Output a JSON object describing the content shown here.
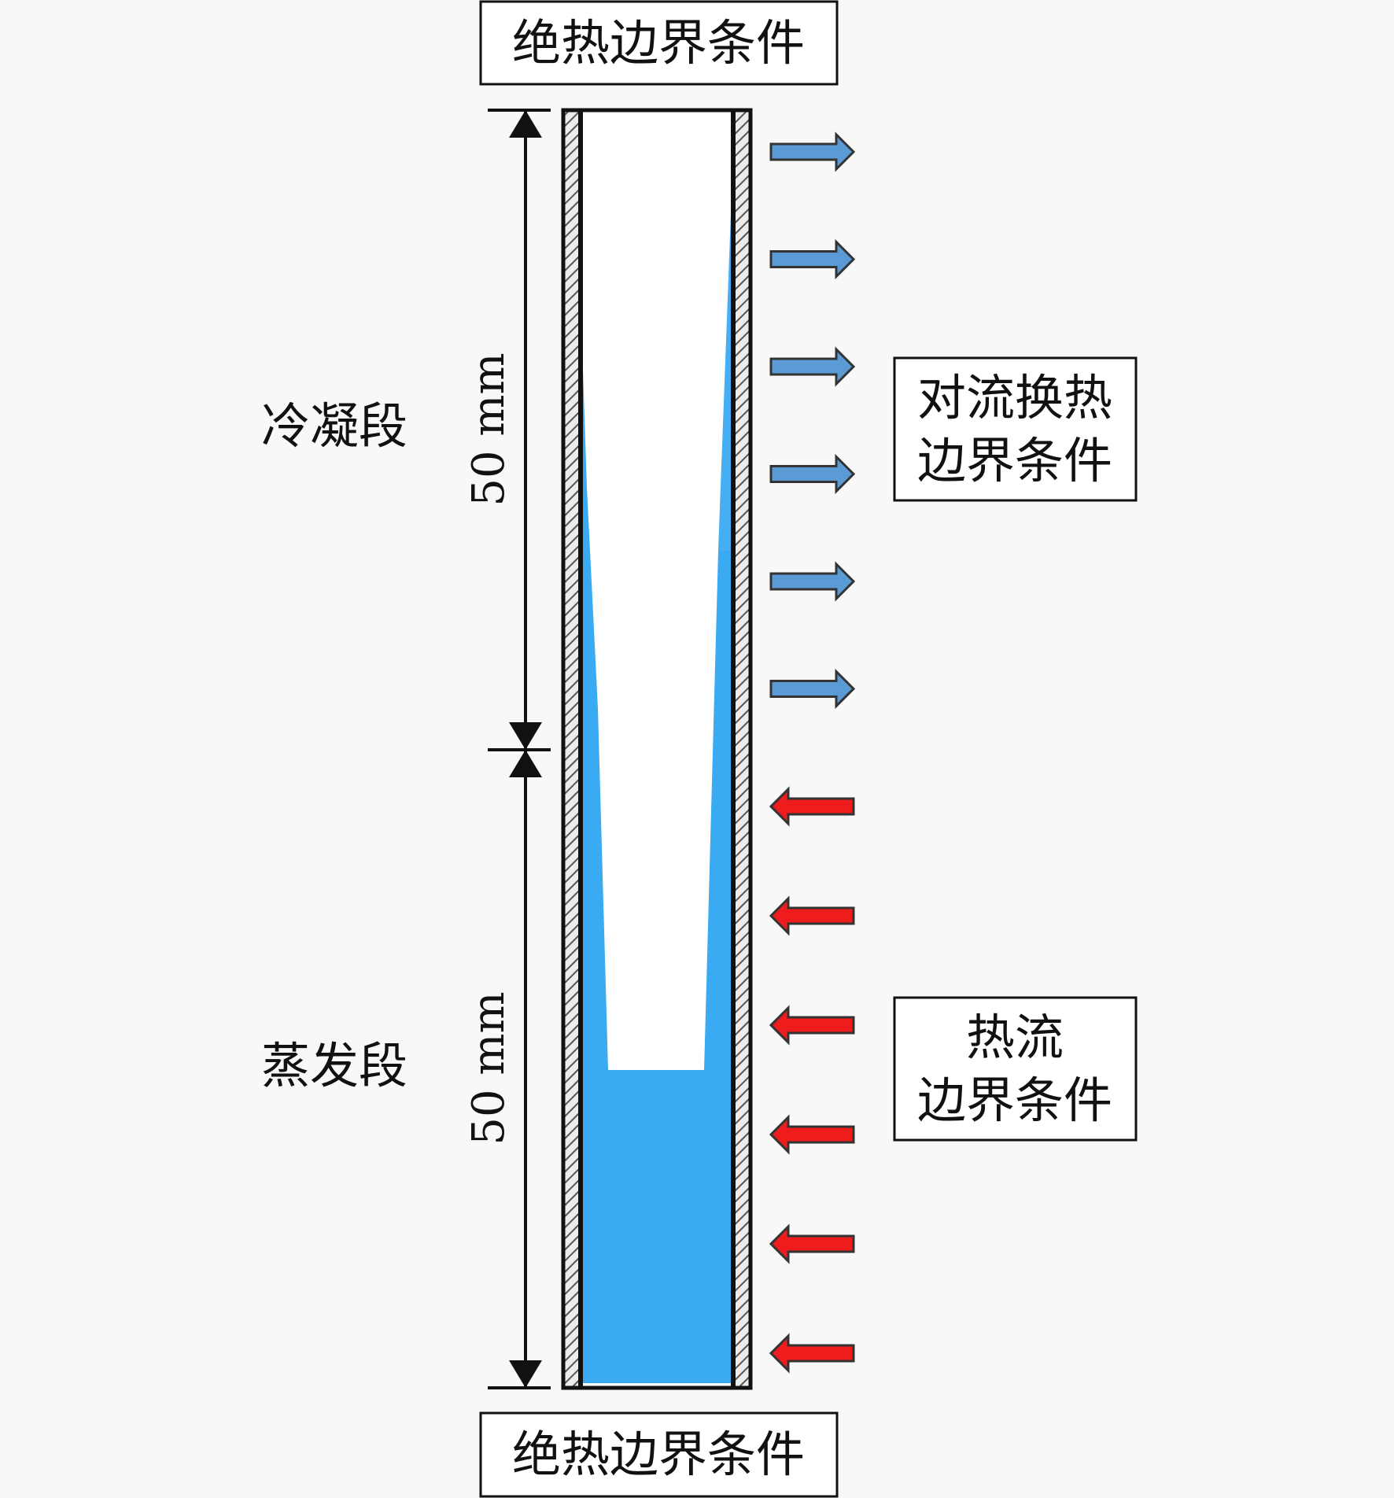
{
  "boundary_top": "绝热边界条件",
  "boundary_bottom": "绝热边界条件",
  "condenser": {
    "label": "冷凝段",
    "length_label": "50 mm",
    "boundary_line1": "对流换热",
    "boundary_line2": "边界条件",
    "arrow_count": 6,
    "arrow_color": "#5b9bd5"
  },
  "evaporator": {
    "label": "蒸发段",
    "length_label": "50 mm",
    "boundary_line1": "热流",
    "boundary_line2": "边界条件",
    "arrow_count": 6,
    "arrow_color": "#ee1c1c"
  },
  "colors": {
    "liquid": "#3aaaf3",
    "wall": "#111111",
    "background": "#f8f8f8"
  }
}
